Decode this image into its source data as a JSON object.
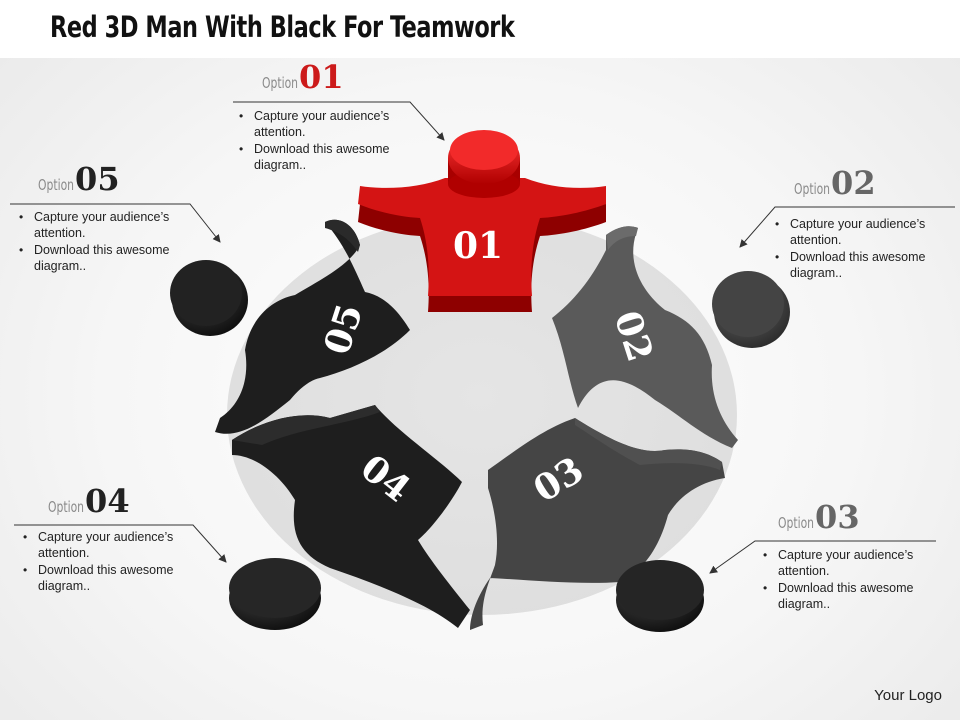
{
  "title": "Red 3D Man With Black For Teamwork",
  "logo": "Your Logo",
  "colors": {
    "red": "#d41414",
    "black": "#1e1e1e",
    "dark_grey": "#454545",
    "mid_grey": "#5a5a5a"
  },
  "figures": [
    {
      "label": "01",
      "color": "red"
    },
    {
      "label": "02",
      "color": "mid_grey"
    },
    {
      "label": "03",
      "color": "dark_grey"
    },
    {
      "label": "04",
      "color": "black"
    },
    {
      "label": "05",
      "color": "black"
    }
  ],
  "options": [
    {
      "word": "Option",
      "number": "01",
      "bullets": [
        "Capture your audience’s attention.",
        "Download this awesome diagram.."
      ]
    },
    {
      "word": "Option",
      "number": "02",
      "bullets": [
        "Capture your audience’s attention.",
        "Download this awesome diagram.."
      ]
    },
    {
      "word": "Option",
      "number": "03",
      "bullets": [
        "Capture your audience’s attention.",
        "Download this awesome diagram.."
      ]
    },
    {
      "word": "Option",
      "number": "04",
      "bullets": [
        "Capture your audience’s attention.",
        "Download this awesome diagram.."
      ]
    },
    {
      "word": "Option",
      "number": "05",
      "bullets": [
        "Capture your audience’s attention.",
        "Download this awesome diagram.."
      ]
    }
  ]
}
